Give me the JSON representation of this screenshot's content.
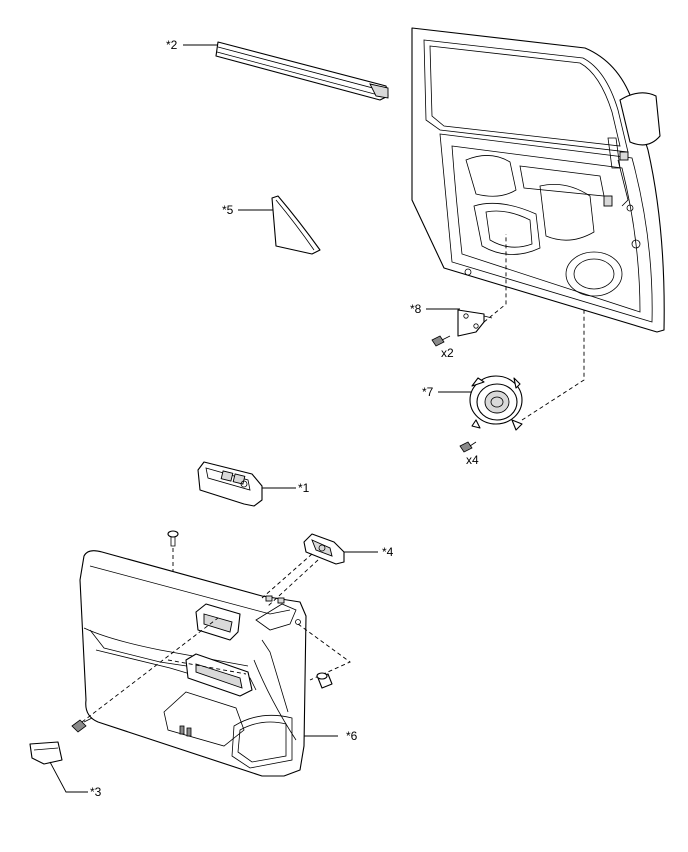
{
  "callouts": {
    "c1": "*1",
    "c2": "*2",
    "c3": "*3",
    "c4": "*4",
    "c5": "*5",
    "c6": "*6",
    "c7": "*7",
    "c8": "*8"
  },
  "quantities": {
    "q_bracket_bolts": "x2",
    "q_speaker_screws": "x4"
  }
}
